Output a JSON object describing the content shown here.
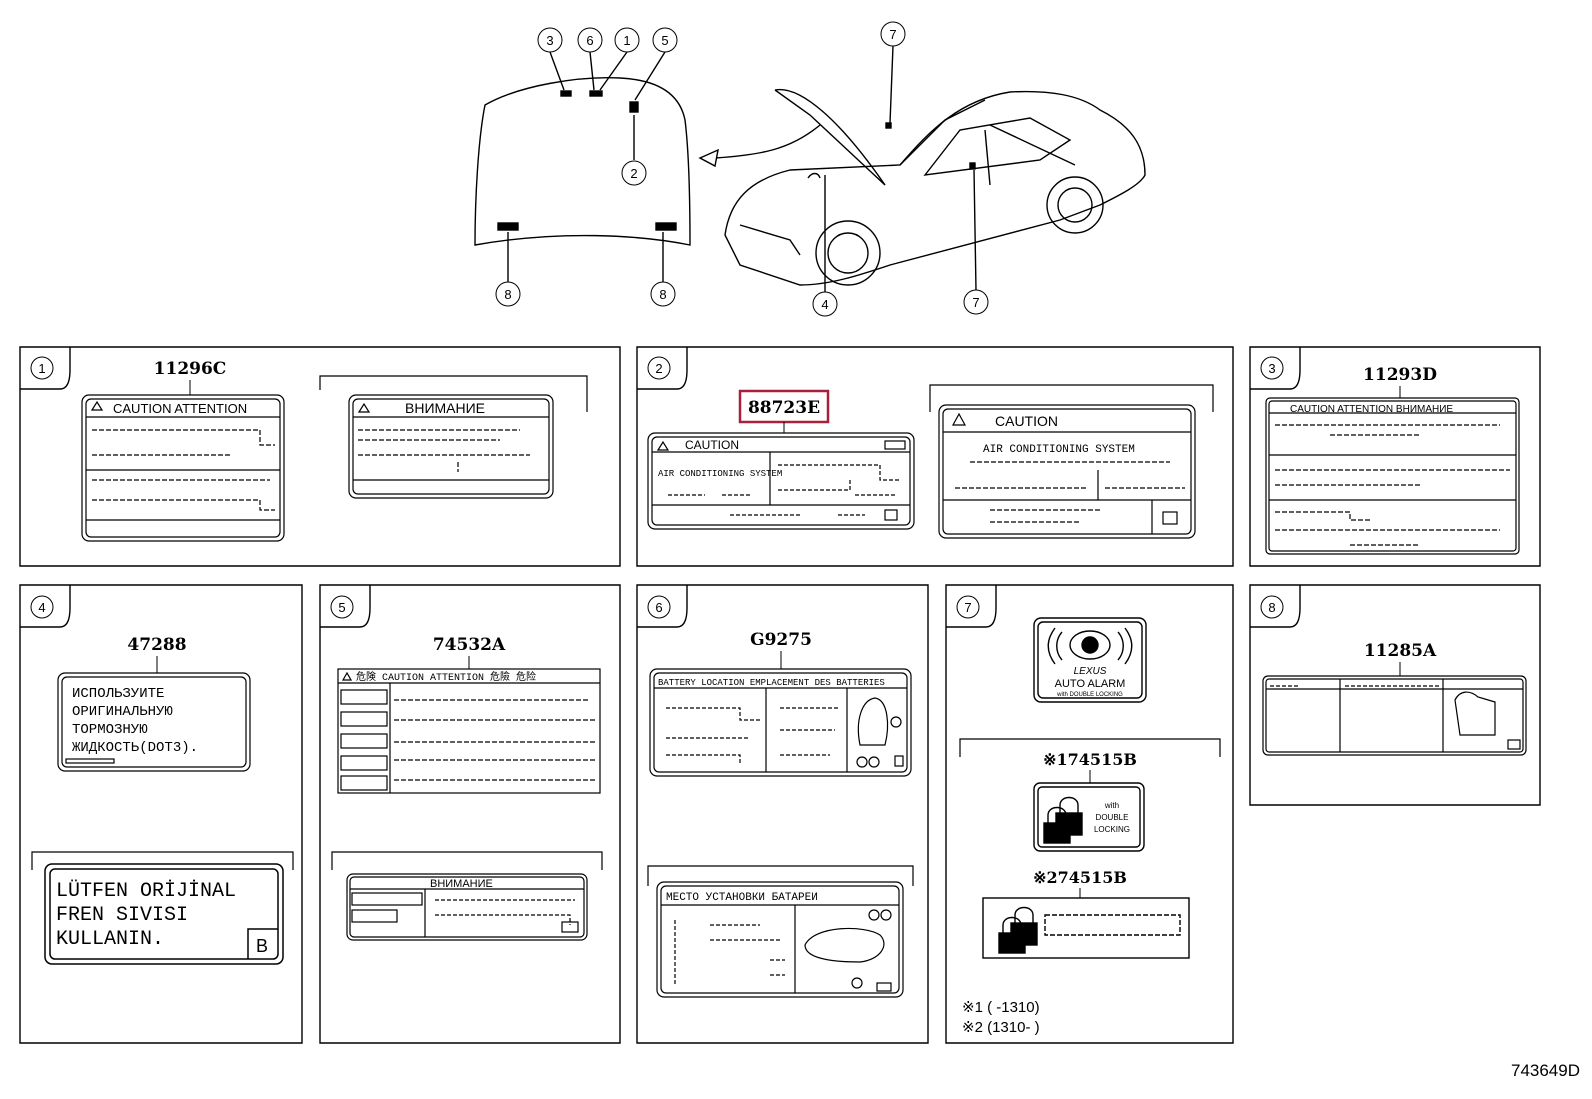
{
  "drawing_id": "743649D",
  "overview": {
    "callouts": [
      "3",
      "6",
      "1",
      "5",
      "2",
      "8",
      "8",
      "7",
      "4",
      "7"
    ]
  },
  "panels": [
    {
      "number": "1",
      "part_no": "11296C",
      "label_a_title": "CAUTION   ATTENTION",
      "label_b_title": "ВНИМАНИЕ"
    },
    {
      "number": "2",
      "part_no": "88723E",
      "label_a_title": "CAUTION",
      "label_a_sub": "AIR CONDITIONING SYSTEM",
      "label_b_title": "CAUTION",
      "label_b_sub": "AIR CONDITIONING SYSTEM"
    },
    {
      "number": "3",
      "part_no": "11293D",
      "label_title": "CAUTION  ATTENTION  ВНИМАНИЕ"
    },
    {
      "number": "4",
      "part_no": "47288",
      "ru_lines": [
        "ИСПОЛЬЗУИТЕ",
        "ОРИГИНАЛЬНУЮ",
        "ТОРМОЗНУЮ",
        "ЖИДКОСТЬ(DOT3)."
      ],
      "tr_lines": [
        "LÜTFEN  ORİJİNAL",
        "FREN  SIVISI",
        "KULLANIN."
      ],
      "tr_badge": "B"
    },
    {
      "number": "5",
      "part_no": "74532A",
      "label_a_title": "危険  CAUTION  ATTENTION  危險  危险",
      "label_b_title": "ВНИМАНИЕ"
    },
    {
      "number": "6",
      "part_no": "G9275",
      "label_a_title": "BATTERY LOCATION   EMPLACEMENT DES BATTERIES",
      "label_b_title": "МЕСТО  УСТАНОВКИ БАТАРЕИ"
    },
    {
      "number": "7",
      "alarm_brand": "LEXUS",
      "alarm_text": "AUTO ALARM",
      "alarm_sub": "with DOUBLE LOCKING",
      "part_1": "※174515B",
      "part_1_lines": [
        "with",
        "DOUBLE",
        "LOCKING"
      ],
      "part_2": "※274515B",
      "note_1": "※1 (      -1310)",
      "note_2": "※2 (1310-      )"
    },
    {
      "number": "8",
      "part_no": "11285A"
    }
  ],
  "colors": {
    "highlight": "#a8203a",
    "line": "#000000"
  }
}
